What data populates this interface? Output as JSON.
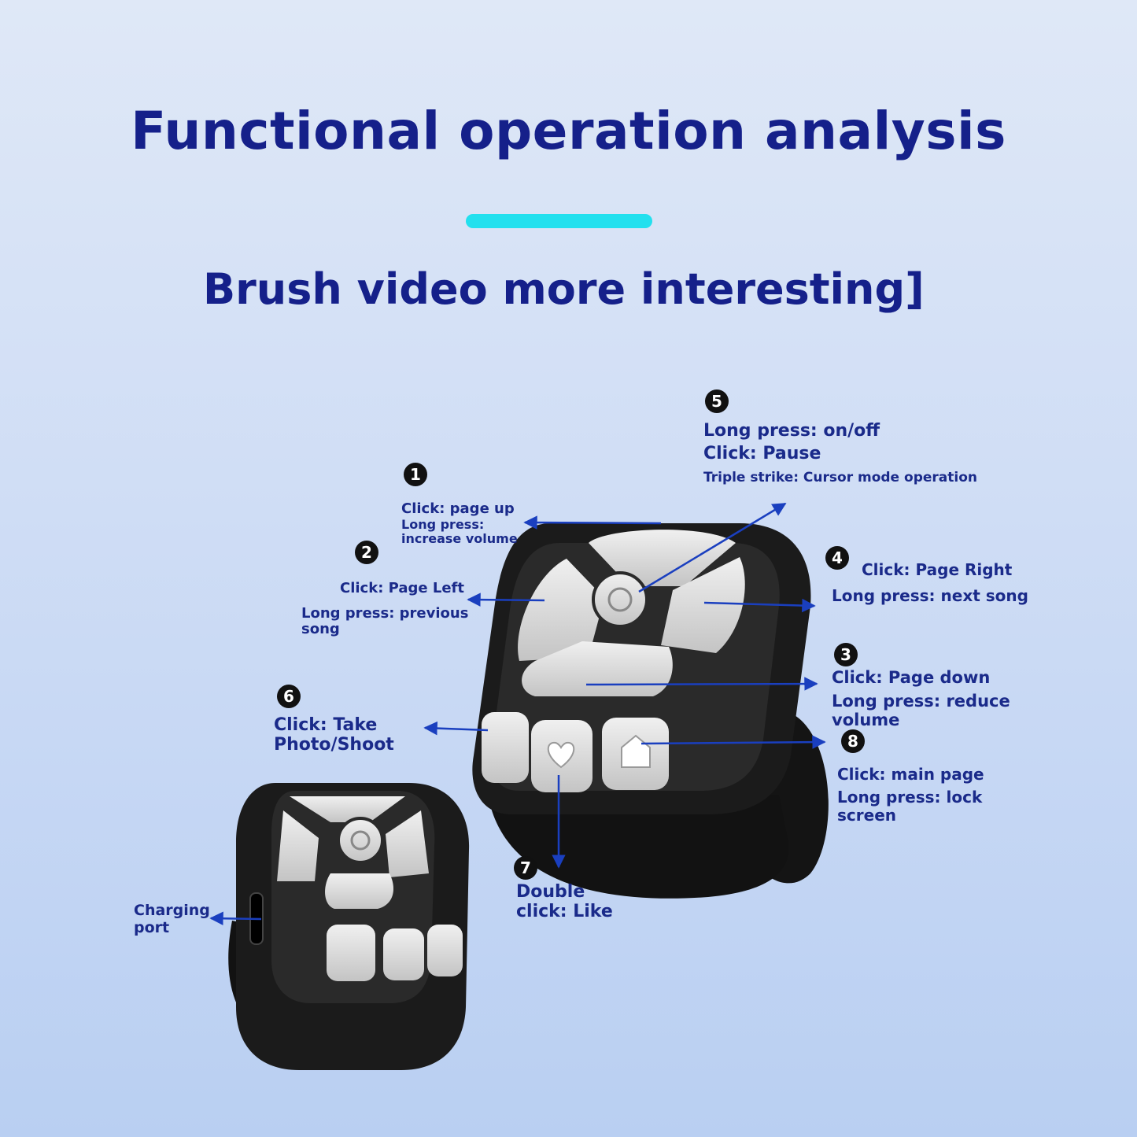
{
  "header": {
    "title": "Functional operation analysis",
    "subtitle": "Brush video more interesting]"
  },
  "colors": {
    "title": "#15208a",
    "accent_bar": "#22e0ee",
    "arrow": "#1a3fbf",
    "device_body": "#1a1a1a",
    "button": "#d9d9d9"
  },
  "callouts": [
    {
      "id": "1",
      "number": "1",
      "lines": [
        "Click: page up",
        "Long press:",
        "increase volume"
      ]
    },
    {
      "id": "2",
      "number": "2",
      "lines": [
        "Click: Page Left",
        "Long press: previous",
        "song"
      ]
    },
    {
      "id": "3",
      "number": "3",
      "lines": [
        "Click: Page down",
        "Long press: reduce",
        "volume"
      ]
    },
    {
      "id": "4",
      "number": "4",
      "lines": [
        "Click: Page Right",
        "Long press: next song"
      ]
    },
    {
      "id": "5",
      "number": "5",
      "lines": [
        "Long press: on/off",
        "Click: Pause",
        "Triple strike: Cursor mode operation"
      ]
    },
    {
      "id": "6",
      "number": "6",
      "lines": [
        "Click: Take",
        "Photo/Shoot"
      ]
    },
    {
      "id": "7",
      "number": "7",
      "lines": [
        "Double",
        "click: Like"
      ]
    },
    {
      "id": "8",
      "number": "8",
      "lines": [
        "Click: main page",
        "Long press: lock",
        "screen"
      ]
    }
  ],
  "side_label": {
    "lines": [
      "Charging",
      "port"
    ]
  },
  "icons": [
    "up-arrow-icon",
    "left-arrow-icon",
    "right-arrow-icon",
    "down-arrow-icon",
    "power-center-icon",
    "camera-icon",
    "heart-icon",
    "home-icon"
  ]
}
